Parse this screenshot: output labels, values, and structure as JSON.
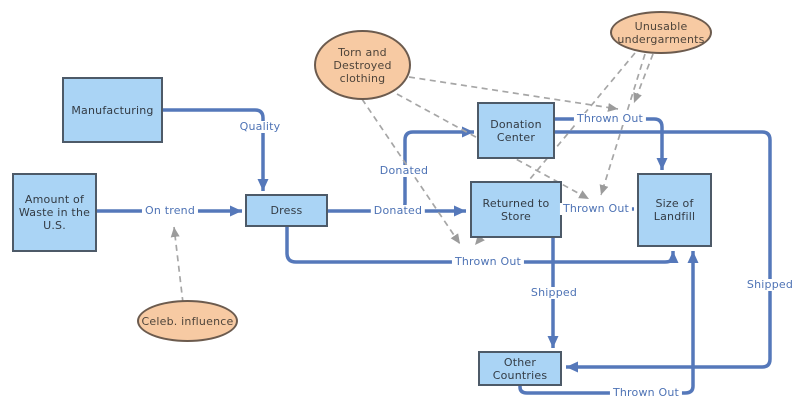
{
  "nodes": {
    "manufacturing": "Manufacturing",
    "waste": "Amount of\nWaste in the\nU.S.",
    "dress": "Dress",
    "donation_center": "Donation\nCenter",
    "returned_to_store": "Returned to\nStore",
    "size_of_landfill": "Size of\nLandfill",
    "other_countries": "Other\nCountries"
  },
  "factors": {
    "torn": "Torn and\nDestroyed\nclothing",
    "unusable": "Unusable\nundergarments",
    "celeb": "Celeb. influence"
  },
  "edge_labels": {
    "quality": "Quality",
    "on_trend": "On trend",
    "donated_center": "Donated",
    "donated_store": "Donated",
    "thrown_out_donation": "Thrown Out",
    "thrown_out_store": "Thrown Out",
    "thrown_out_dress": "Thrown Out",
    "thrown_out_other": "Thrown Out",
    "shipped_store": "Shipped",
    "shipped_donation": "Shipped"
  },
  "colors": {
    "node_fill": "#aad4f5",
    "node_border": "#4d5a68",
    "factor_fill": "#f7caa3",
    "factor_border": "#6c5b4e",
    "flow_line": "#5578ba",
    "flow_label_text": "#4e73b5",
    "influence_line": "#a6a6a6"
  }
}
